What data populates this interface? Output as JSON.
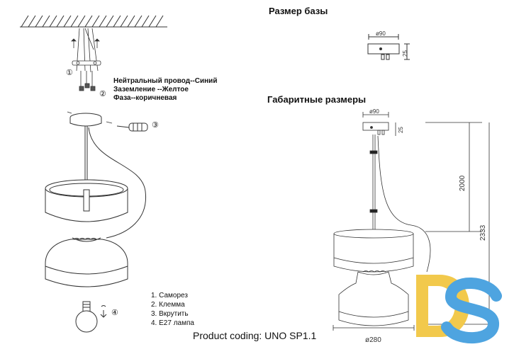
{
  "headings": {
    "base_size": "Размер базы",
    "overall_dims": "Габаритные размеры"
  },
  "wiring": [
    "Нейтральный провод--Синий",
    "Заземление --Желтое",
    "Фаза--коричневая"
  ],
  "step_markers": [
    "①",
    "②",
    "③",
    "④"
  ],
  "parts_list": [
    "1. Саморез",
    "2. Клемма",
    "3. Вкрутить",
    "4. E27 лампа"
  ],
  "product_code": "Product coding: UNO SP1.1",
  "dimensions": {
    "base_diameter": "ø90",
    "base_height": "25",
    "cable_length": "2000",
    "total_height": "2333",
    "shade_diameter": "ø280"
  },
  "logo": {
    "text": "DS",
    "colors": {
      "d": "#f2c94c",
      "s": "#4ea4e0"
    }
  },
  "colors": {
    "line": "#222222",
    "hatch": "#333333"
  }
}
